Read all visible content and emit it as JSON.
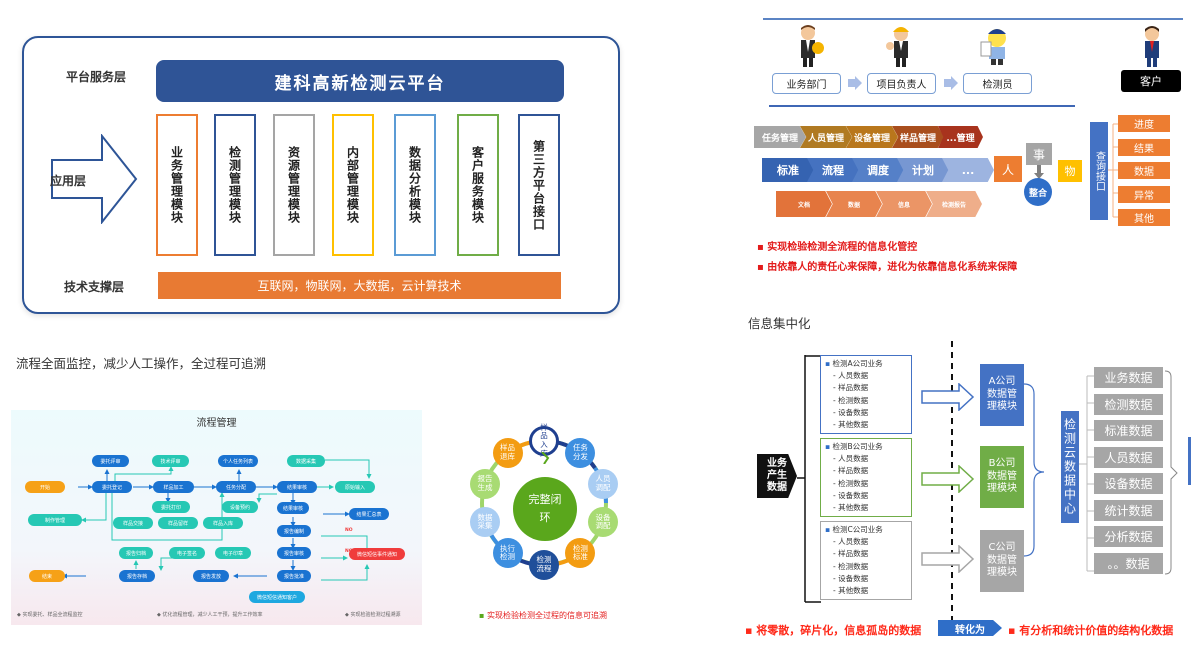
{
  "architecture": {
    "layer_platform": "平台服务层",
    "layer_application": "应用层",
    "layer_tech": "技术支撑层",
    "platform_title": "建科高新检测云平台",
    "modules": [
      {
        "label": "业务管理模块",
        "color": "#ed7d31"
      },
      {
        "label": "检测管理模块",
        "color": "#2f5496"
      },
      {
        "label": "资源管理模块",
        "color": "#a5a5a5"
      },
      {
        "label": "内部管理模块",
        "color": "#ffc000"
      },
      {
        "label": "数据分析模块",
        "color": "#5b9bd5"
      },
      {
        "label": "客户服务模块",
        "color": "#70ad47"
      },
      {
        "label": "第三方平台接口",
        "color": "#2f5496"
      }
    ],
    "tech_stack": "互联网，物联网，大数据，云计算技术"
  },
  "roles": {
    "items": [
      "业务部门",
      "项目负责人",
      "检测员"
    ],
    "customer": "客户"
  },
  "management": {
    "row1": [
      "任务管理",
      "人员管理",
      "设备管理",
      "样品管理",
      "...管理"
    ],
    "row2": [
      "标准",
      "流程",
      "调度",
      "计划",
      "..."
    ],
    "row3": [
      "文档",
      "数据",
      "信息",
      "检测报告"
    ],
    "ren": "人",
    "shi": "事",
    "wu": "物",
    "integrate": "整合",
    "query_interface": "查询接口",
    "query_items": [
      "进度",
      "结果",
      "数据",
      "异常",
      "其他"
    ],
    "bullets": [
      "实现检验检测全流程的信息化管控",
      "由依靠人的责任心来保障，进化为依靠信息化系统来保障"
    ]
  },
  "flow_section": {
    "caption": "流程全面监控，减少人工操作，全过程可追溯",
    "title": "流程管理",
    "nodes": {
      "start": "开始",
      "end": "结束",
      "n1": "委托评审",
      "n2": "技术评审",
      "n3": "个人任务列表",
      "n4": "数据采集",
      "n5": "委托登记",
      "n6": "样品加工",
      "n7": "任务分配",
      "n8": "结果审核",
      "n9": "原始输入",
      "n10": "制作管理",
      "n11": "委托打印",
      "n12": "设备预约",
      "n13": "结果审核",
      "n14": "结果汇总表",
      "n15": "样品交接",
      "n16": "样品留样",
      "n17": "样品入库",
      "n18": "报告编制",
      "n19": "报告审核",
      "n20": "报告批准",
      "n21": "微信短信事件通知",
      "n22": "报告归档",
      "n23": "电子签名",
      "n24": "电子印章",
      "n25": "报告存档",
      "n26": "报告发放",
      "n27": "微信短信通知客户",
      "no1": "NO",
      "no2": "NO"
    },
    "footer": [
      "实现委托、样品全流程监控",
      "优化流程管理，减少人工干预，提升工作效率",
      "实现检验检测过程溯源"
    ]
  },
  "cycle": {
    "center": "完整闭环",
    "steps": [
      "样品入库",
      "任务分发",
      "人员调配",
      "设备调配",
      "检测标准",
      "检测流程",
      "执行检测",
      "数据采集",
      "报告生成",
      "样品退库"
    ],
    "note": "实现检验检测全过程的信息可追溯"
  },
  "centralization": {
    "title": "信息集中化",
    "source": "业务产生数据",
    "companies": [
      {
        "title": "检测A公司业务",
        "module": "A公司数据管理模块",
        "color": "#4472c4"
      },
      {
        "title": "检测B公司业务",
        "module": "B公司数据管理模块",
        "color": "#70ad47"
      },
      {
        "title": "检测C公司业务",
        "module": "C公司数据管理模块",
        "color": "#a6a6a6"
      }
    ],
    "data_items": [
      "人员数据",
      "样品数据",
      "检测数据",
      "设备数据",
      "其他数据"
    ],
    "center": "检测云数据中心",
    "categories": [
      "业务数据",
      "检测数据",
      "标准数据",
      "人员数据",
      "设备数据",
      "统计数据",
      "分析数据",
      "。。数据"
    ],
    "from_text": "将零散，碎片化，信息孤岛的数据",
    "arrow_text": "转化为",
    "to_text": "有分析和统计价值的结构化数据"
  }
}
